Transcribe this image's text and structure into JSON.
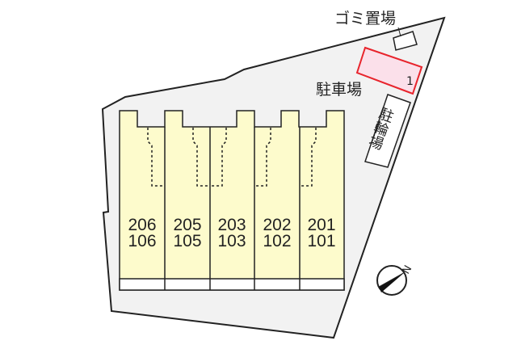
{
  "labels": {
    "garbage": "ゴミ置場",
    "parking": "駐車場",
    "bicycle": "駐輪場",
    "parking_space_number": "1",
    "north": "N"
  },
  "units": [
    {
      "upper": "206",
      "lower": "106"
    },
    {
      "upper": "205",
      "lower": "105"
    },
    {
      "upper": "203",
      "lower": "103"
    },
    {
      "upper": "202",
      "lower": "102"
    },
    {
      "upper": "201",
      "lower": "101"
    }
  ],
  "colors": {
    "site": "#f2f2f2",
    "building": "#fdfbcc",
    "parking_highlight_stroke": "#e8242c",
    "parking_highlight_fill": "#fbe0ea",
    "outline": "#222222"
  }
}
